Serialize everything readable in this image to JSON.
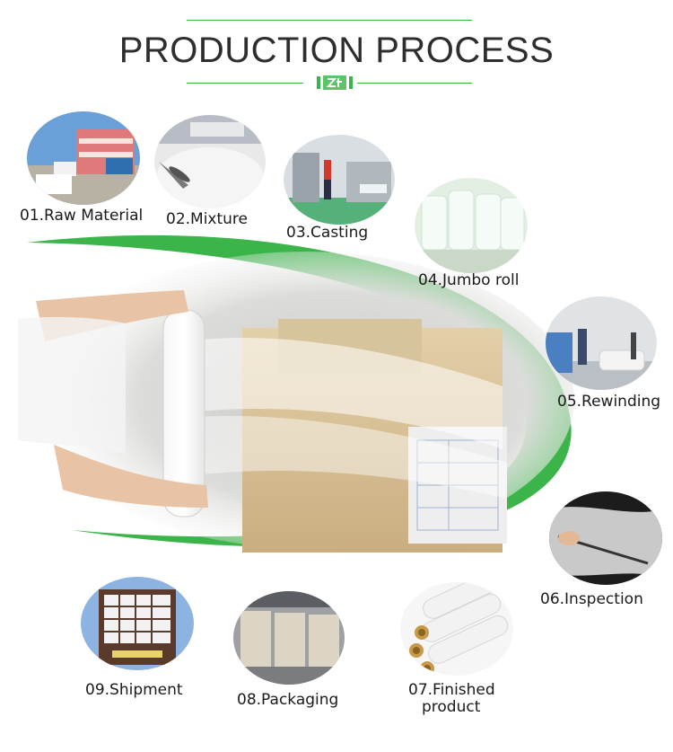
{
  "page": {
    "title": "PRODUCTION PROCESS",
    "accent_color": "#3bb44a"
  },
  "steps": [
    {
      "label": "01.Raw Material",
      "icon": "factory-building-photo"
    },
    {
      "label": "02.Mixture",
      "icon": "plastic-pellets-photo"
    },
    {
      "label": "03.Casting",
      "icon": "casting-machine-photo"
    },
    {
      "label": "04.Jumbo roll",
      "icon": "jumbo-roll-photo"
    },
    {
      "label": "05.Rewinding",
      "icon": "rewinding-workshop-photo"
    },
    {
      "label": "06.Inspection",
      "icon": "film-inspection-photo"
    },
    {
      "label": "07.Finished",
      "label2": "product",
      "icon": "finished-rolls-photo"
    },
    {
      "label": "08.Packaging",
      "icon": "packaging-warehouse-photo"
    },
    {
      "label": "09.Shipment",
      "icon": "container-shipment-photo"
    }
  ]
}
